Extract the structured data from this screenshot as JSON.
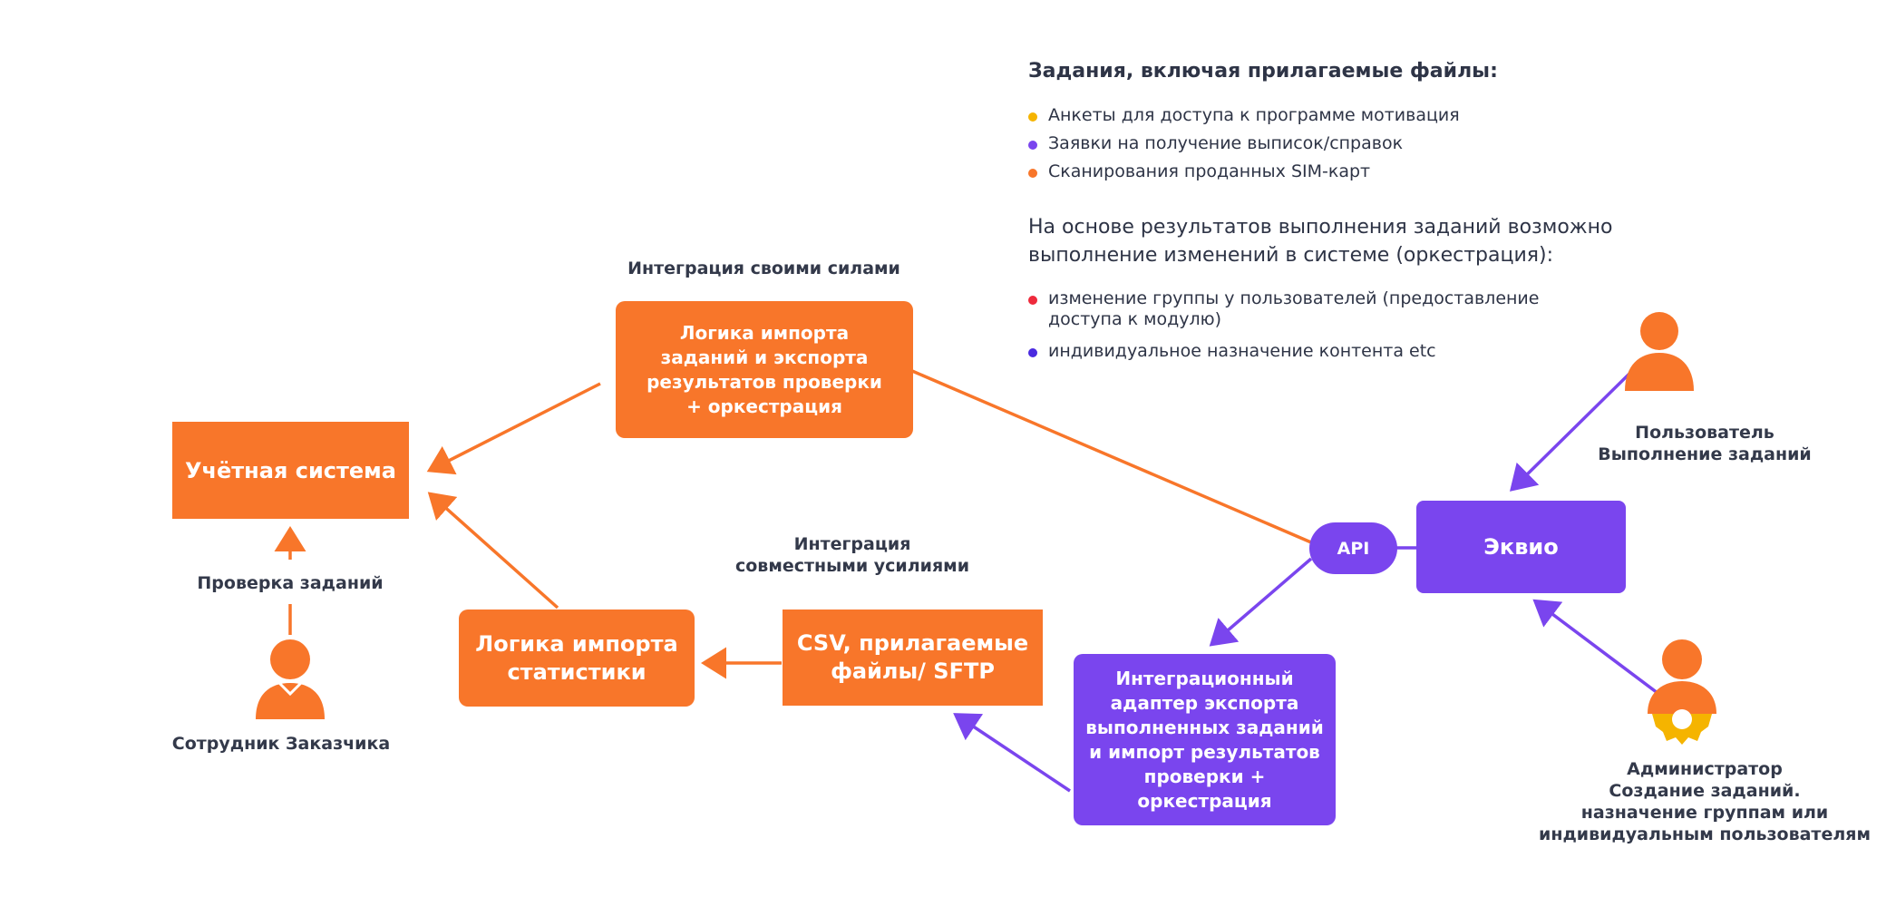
{
  "info": {
    "tasks_heading": "Задания, включая прилагаемые файлы:",
    "tasks": [
      {
        "text": "Анкеты для доступа к программе мотивация",
        "color": "#f5b400"
      },
      {
        "text": "Заявки на получение выписок/справок",
        "color": "#7a45ee"
      },
      {
        "text": "Сканирования проданных SIM-карт",
        "color": "#f8762a"
      }
    ],
    "orchestration_heading_line1": "На основе результатов выполнения заданий возможно",
    "orchestration_heading_line2": "выполнение изменений в системе (оркестрация):",
    "orchestration": [
      {
        "line1": "изменение группы у пользователей (предоставление",
        "line2": "доступа к модулю)",
        "color": "#ee2a3c"
      },
      {
        "line1": "индивидуальное назначение контента etc",
        "line2": "",
        "color": "#4a2ae0"
      }
    ]
  },
  "labels": {
    "self_integration": "Интеграция своими силами",
    "joint_integration_line1": "Интеграция",
    "joint_integration_line2": "совместными усилиями",
    "task_check": "Проверка заданий",
    "customer_employee": "Сотрудник Заказчика",
    "user_line1": "Пользователь",
    "user_line2": "Выполнение заданий",
    "admin_line1": "Администратор",
    "admin_line2": "Создание заданий.",
    "admin_line3": "назначение группам или",
    "admin_line4": "индивидуальным пользователям"
  },
  "nodes": {
    "accounting": "Учётная система",
    "import_logic": [
      "Логика импорта",
      "заданий и экспорта",
      "результатов проверки",
      "+ оркестрация"
    ],
    "stats_logic": [
      "Логика импорта",
      "статистики"
    ],
    "csv": [
      "CSV, прилагаемые",
      "файлы/ SFTP"
    ],
    "adapter": [
      "Интеграционный",
      "адаптер экспорта",
      "выполненных заданий",
      "и импорт результатов",
      "проверки +",
      "оркестрация"
    ],
    "api": "API",
    "equio": "Эквио"
  },
  "colors": {
    "orange": "#f8762a",
    "purple": "#7a45ee",
    "text": "#2e3446",
    "gear": "#f5b400"
  },
  "icons": [
    "person-icon",
    "admin-gear-icon",
    "arrow-icon"
  ]
}
